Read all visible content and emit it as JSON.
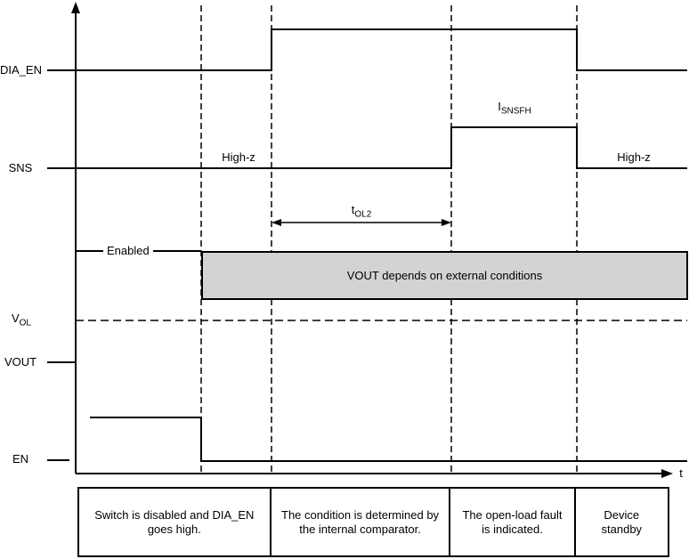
{
  "diagram": {
    "signals": {
      "dia_en": "DIA_EN",
      "sns": "SNS",
      "vout": "VOUT",
      "en": "EN"
    },
    "labels": {
      "high_z_left": "High-z",
      "high_z_right": "High-z",
      "i_snsfh": {
        "main": "I",
        "sub": "SNSFH"
      },
      "t_ol2": {
        "main": "t",
        "sub": "OL2"
      },
      "v_ol": {
        "main": "V",
        "sub": "OL"
      },
      "enabled": "Enabled",
      "vout_box": "VOUT depends on external conditions",
      "time_axis": "t"
    },
    "colors": {
      "line": "#000000",
      "box_fill": "#d3d3d3",
      "background": "#ffffff"
    }
  },
  "footer": {
    "cells": [
      {
        "text": "Switch is disabled and DIA_EN goes high."
      },
      {
        "text": "The condition is determined by the internal comparator."
      },
      {
        "text": "The open-load fault is indicated."
      },
      {
        "text": "Device standby"
      }
    ]
  }
}
